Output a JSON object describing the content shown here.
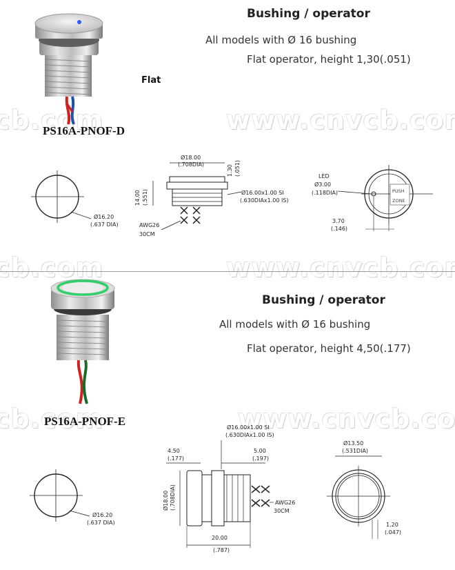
{
  "watermark": {
    "text": "www.cnvcb.com",
    "partial": "cb.com"
  },
  "top": {
    "heading": "Bushing / operator",
    "line1": "All models with Ø 16 bushing",
    "line2": "Flat operator, height 1,30(.051)",
    "side_label": "Flat",
    "model": "PS16A-PNOF-D",
    "panel_cutout": {
      "dia": "Ø16.20",
      "dia_in": "(.637 DIA)"
    },
    "side_view": {
      "head_dia": "Ø18.00",
      "head_dia_in": "(.708DIA)",
      "head_h": "1.30",
      "head_h_in": "(.051)",
      "height": "14.00",
      "height_in": "(.551)",
      "thread": "Ø16.00x1.00 SI",
      "thread_in": "(.630DIAx1.00 IS)",
      "wire": "AWG26",
      "wire_len": "30CM"
    },
    "front_view": {
      "led": "LED",
      "led_dia": "Ø3.00",
      "led_dia_in": "(.118DIA)",
      "offset": "3.70",
      "offset_in": "(.146)",
      "push": "PUSH",
      "zone": "ZONE"
    }
  },
  "bottom": {
    "heading": "Bushing / operator",
    "line1": "All models with Ø 16 bushing",
    "line2": "Flat operator, height 4,50(.177)",
    "model": "PS16A-PNOF-E",
    "panel_cutout": {
      "dia": "Ø16.20",
      "dia_in": "(.637 DIA)"
    },
    "side_view": {
      "thread": "Ø16.00x1.00 SI",
      "thread_in": "(.630DIAx1.00 IS)",
      "head_h": "4.50",
      "head_h_in": "(.177)",
      "nut": "5.00",
      "nut_in": "(.197)",
      "head_dia": "Ø18.00",
      "head_dia_in": "(.708DIA)",
      "wire": "AWG26",
      "wire_len": "30CM",
      "length": "20.00",
      "length_in": "(.787)"
    },
    "front_view": {
      "ring_dia": "Ø13.50",
      "ring_dia_in": "(.531DIA)",
      "ring_w": "1.20",
      "ring_w_in": "(.047)"
    }
  }
}
